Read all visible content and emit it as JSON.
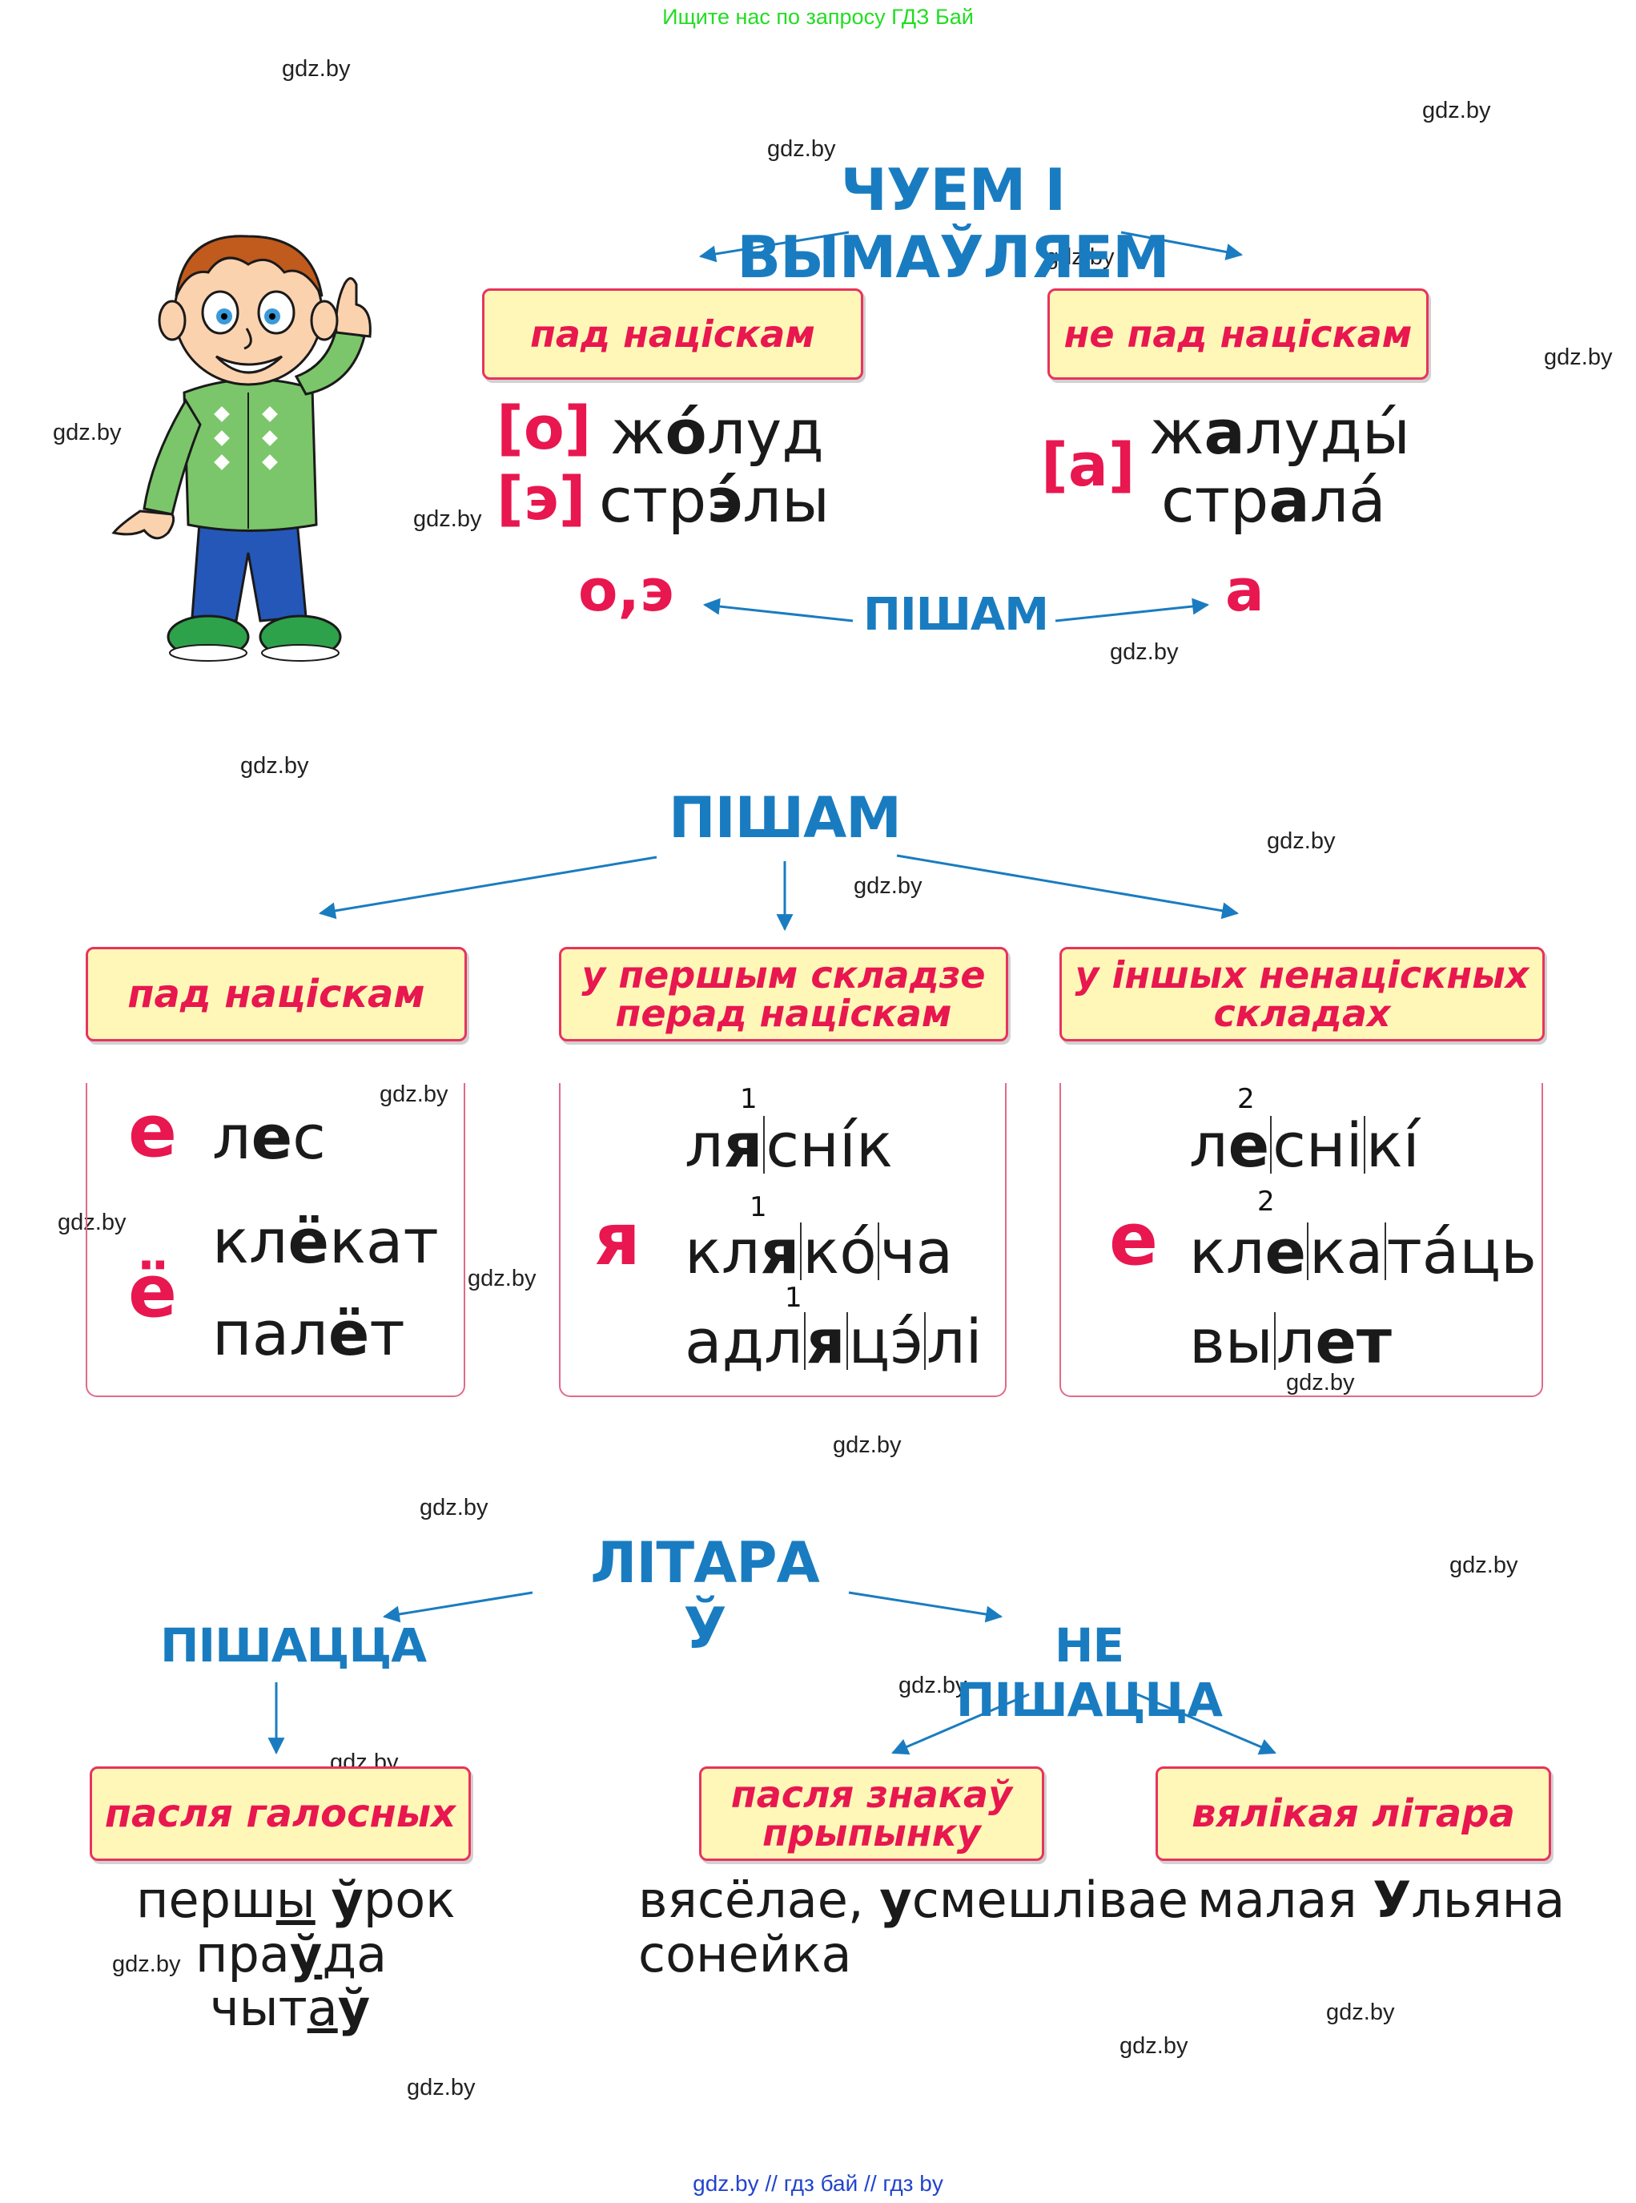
{
  "banner": "Ищите нас по запросу ГДЗ Бай",
  "watermark": "gdz.by",
  "footer": "gdz.by  //  гдз бай  //  гдз by",
  "colors": {
    "heading": "#1a7cc0",
    "accent": "#e8174f",
    "box_fill": "#fff7b8",
    "box_border": "#e8335e"
  },
  "section1": {
    "heading": "ЧУЕМ І ВЫМАЎЛЯЕМ",
    "left_box": "пад націскам",
    "right_box": "не пад націскам",
    "sound_o": "[о]",
    "sound_e": "[э]",
    "sound_a": "[а]",
    "write_label": "ПІШАМ",
    "result_left": "о,э",
    "result_right": "а",
    "word_zholud": {
      "pre": "ж",
      "stress": "о́",
      "post": "луд"
    },
    "word_strely": {
      "pre": "стр",
      "stress": "э́",
      "post": "лы"
    },
    "word_zhaludy": {
      "pre": "ж",
      "bold": "а",
      "post": "луды́"
    },
    "word_strala": {
      "pre": "стр",
      "bold": "а",
      "post": "ла́"
    }
  },
  "section2": {
    "heading": "ПІШАМ",
    "box1": "пад  націскам",
    "box2_line1": "у першым складзе",
    "box2_line2": "перад   націскам",
    "box3_line1": "у іншых ненацiскных",
    "box3_line2": "складах",
    "letter_e1": "е",
    "letter_yo": "ё",
    "letter_ya": "я",
    "letter_e2": "е",
    "col1_words": [
      {
        "pre": "л",
        "bold": "е",
        "post": "с"
      },
      {
        "pre": "кл",
        "bold": "ё",
        "post": "кат"
      },
      {
        "pre": "пал",
        "bold": "ё",
        "post": "т"
      }
    ],
    "col2_words": [
      {
        "a": "л",
        "b": "я",
        "c": "сні́к",
        "num": "1"
      },
      {
        "a": "кл",
        "b": "я",
        "c": "ко́",
        "d": "ча",
        "num": "1"
      },
      {
        "a": "адл",
        "b": "я",
        "c": "цэ́",
        "d": "лі",
        "num": "1"
      }
    ],
    "col3_words": [
      {
        "a": "л",
        "b": "е",
        "c": "сні",
        "d": "кі́",
        "num": "2"
      },
      {
        "a": "кл",
        "b": "е",
        "c": "ка",
        "d": "та́ць",
        "num": "2"
      },
      {
        "a": "вы",
        "b": "л",
        "c": "ет"
      }
    ]
  },
  "section3": {
    "heading": "ЛІТАРА Ў",
    "left_label": "ПІШАЦЦА",
    "right_label": "НЕ ПІШАЦЦА",
    "box_after_vowels": "пасля галосных",
    "box_punct_line1": "пасля знакаў",
    "box_punct_line2": "прыпынку",
    "box_capital": "вялікая літара",
    "ex1_a": "перш",
    "ex1_b": "ы",
    "ex1_c": " ",
    "ex1_d": "ў",
    "ex1_e": "рок",
    "ex2_a": "пра",
    "ex2_b": "ў",
    "ex2_c": "да",
    "ex3_a": "чыт",
    "ex3_b": "а",
    "ex3_c": "ў",
    "ex4_line1_a": "вясёлае, ",
    "ex4_line1_b": "у",
    "ex4_line1_c": "смешлівае",
    "ex4_line2": "сонейка",
    "ex5_a": "малая ",
    "ex5_b": "У",
    "ex5_c": "льяна"
  }
}
